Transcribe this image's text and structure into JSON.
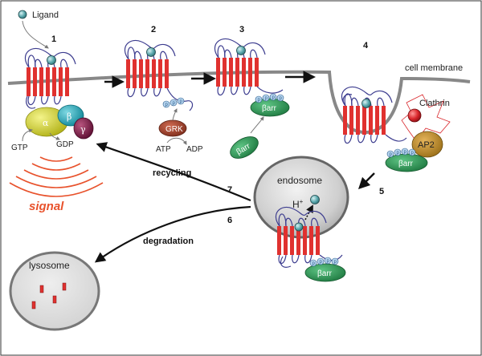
{
  "labels": {
    "ligand": "Ligand",
    "cell_membrane": "cell membrane",
    "clathrin": "Clathrin",
    "ap2": "AP2",
    "grk": "GRK",
    "atp": "ATP",
    "adp": "ADP",
    "gtp": "GTP",
    "gdp": "GDP",
    "alpha": "α",
    "beta": "β",
    "gamma": "γ",
    "barr": "βarr",
    "phospho": "p",
    "signal": "signal",
    "recycling": "recycling",
    "degradation": "degradation",
    "endosome": "endosome",
    "h_plus": "H",
    "h_plus_sup": "+",
    "lysosome": "lysosome"
  },
  "steps": [
    "1",
    "2",
    "3",
    "4",
    "5",
    "6",
    "7"
  ],
  "colors": {
    "membrane": "#888888",
    "helix": "#e0312f",
    "loop": "#3d3d8f",
    "barr": "#2e9a55",
    "grk": "#a8432c",
    "alpha": "#c9c924",
    "beta": "#1aa7b8",
    "gamma": "#7d1c49",
    "ap2": "#b88a2a",
    "clathrin": "#d9262b",
    "signal": "#e8522c",
    "phospho": "#b6d5ef",
    "vesicle": "#c7c7c7"
  }
}
